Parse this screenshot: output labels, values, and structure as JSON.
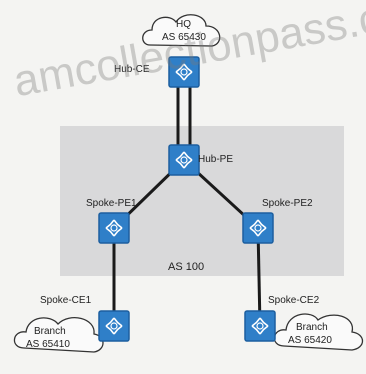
{
  "region_label": "AS 100",
  "clouds": [
    {
      "id": "hq",
      "line1": "HQ",
      "line2": "AS 65430"
    },
    {
      "id": "branch1",
      "line1": "Branch",
      "line2": "AS 65410"
    },
    {
      "id": "branch2",
      "line1": "Branch",
      "line2": "AS 65420"
    }
  ],
  "devices": [
    {
      "id": "hub-ce",
      "label": "Hub-CE"
    },
    {
      "id": "hub-pe",
      "label": "Hub-PE"
    },
    {
      "id": "spoke-pe1",
      "label": "Spoke-PE1"
    },
    {
      "id": "spoke-pe2",
      "label": "Spoke-PE2"
    },
    {
      "id": "spoke-ce1",
      "label": "Spoke-CE1"
    },
    {
      "id": "spoke-ce2",
      "label": "Spoke-CE2"
    }
  ],
  "links": [
    [
      "hub-ce",
      "hub-pe"
    ],
    [
      "hub-pe",
      "spoke-pe1"
    ],
    [
      "hub-pe",
      "spoke-pe2"
    ],
    [
      "spoke-pe1",
      "spoke-ce1"
    ],
    [
      "spoke-pe2",
      "spoke-ce2"
    ]
  ],
  "colors": {
    "router_fill": "#2f7fc8",
    "router_dark": "#1d5f9f",
    "region_fill": "#d9d9da",
    "link": "#1a1a1a"
  },
  "watermark": "amcollectionpass.c"
}
